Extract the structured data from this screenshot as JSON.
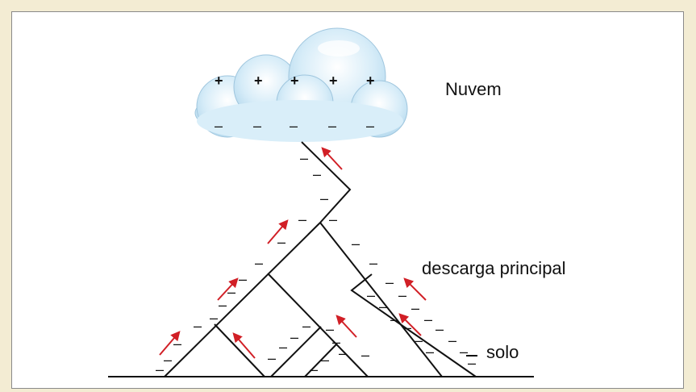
{
  "labels": {
    "cloud": "Nuvem",
    "main_discharge": "descarga principal",
    "ground": "solo"
  },
  "symbols": {
    "positive": "+",
    "negative": "–"
  },
  "colors": {
    "arrow": "#d11f26",
    "line": "#111111",
    "cloud_blue": "#bfe0f2"
  }
}
